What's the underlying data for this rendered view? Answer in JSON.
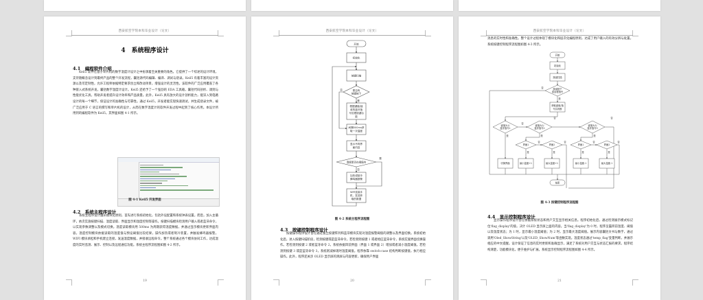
{
  "document": {
    "running_header": "西安航空学院本科毕业设计（论文）"
  },
  "pages": [
    {
      "page_number": "19",
      "chapter_title": "4　系统程序设计",
      "sections": [
        {
          "heading": "4.1　编程软件介绍",
          "paragraph": "Keil5 软件在基于单片机的数字温度计设计之中扮演着至关重要的角色。它提供了一个综述的设计环境，支持随概念设计到最终产品的整个开发流程，囊括源代码编辑、编译、调试与烧录。Keil5 有着丰富的设计资源以及可定制性，允许工程师依据特定要求创立和改动项目，增强设计的灵活性。该软件的广泛应用覆盖了各种嵌入式系统开发，囊括数字温度计设计。Keil5 还给予了一个强劲的 EDA 工具箱，囊括代码剖析、调到与性能优化工具，帮助开发者提升设计效率和产品质量。此外，Keil5 具有放大的设计剖析能力，能深入到电路设计的每一个细节，保证设计的准确性与可靠性。通过 Keil5，开发者能实现快速调试，并生成烧录文件，被广泛应用于 C 语言的撰写和单片机的设计，从而在数字温度计的软件开发过程中起到了核心作用。本设计所用到的编程软件为 Keil5，其界面如图 4-1 所示。",
          "figure_caption": "图 4-1 Keil5 开发界面"
        },
        {
          "heading": "4.2　系统主程序设计",
          "paragraph": "系统主程序设计遵从模块化原则，首先进行系统初始化，包括外设配置和系统钟表设置。而后，加入主循环，依次实施按键扫描、温度读取、界面显示和温度控制等操作。按键扫描模块检测用户输入或者蓝牙命令，以实现参数调整以及模式切换。温度读取模块用 500ms 为周期获得温度数据，并通过显示模块更新界面内容。温度控制模块依据读取的温度值与预设阈值比较结果，操作加热或者制冷装置，并触发蜂鸣器报警。WIFI 模块承担和手机建立连接，发送温度数据，并接收远程命令。整个系统通过各个模块协同工作，达成温度的实时监测、展示、控制以及远程通信功能。系统主程序流程图如图 4-2 所示。"
        }
      ]
    },
    {
      "page_number": "20",
      "flowchart": {
        "nodes": [
          "开始",
          "初始化",
          "按键扫描",
          "是否有按键按下",
          "根据键值/接收的蓝牙命令处理按键功能",
          "间隔500ms读取一次温度",
          "显示不同界面内容",
          "温度是否在阈值内",
          "加热或制冷蜂鸣器报警",
          "WiFi连接手机，发送获取的数据"
        ],
        "labels": {
          "yes": "是",
          "no": "否"
        },
        "caption": "图 4-2 系统主程序流程图"
      },
      "sections": [
        {
          "heading": "4.3　按键控制程序设计",
          "paragraph": "按键操作程序设计旨在通过独立按键阵列和蓝牙模块实现对温度报警阈值的调整以及界面切换。系统初始化后，进入按键扫描阶段，检测按键或是蓝牙命令。若检测到按键 1 或者相应蓝牙命令，系统实施界面切换操作。若检测到按键 2 或者蓝牙命令 2，系统依据目前界面（界面 1 或界面 2）增加或者减小温度阈值。若检测到按键 3 或是蓝牙命令 3，系统则减掉现时温度阈值。程序依靠 switch-case 结构判断按键值，执行相应操作。此外，程序还关涉 OLED 显示屏的清屏与内容更新，确保用户界面"
        }
      ]
    },
    {
      "page_number": "21",
      "lead_paragraph": "消息的实时性和准确性。整个设计过程体现了模块化和层次化编程原则，达成了用户输入的有效分辨与处置。系统按键控制程序流程图如图 4-3 所示。",
      "flowchart": {
        "nodes": [
          "开始",
          "初始化",
          "按键扫描",
          "按键按下或远程指令",
          "获取键值/指令并判断",
          "键值为1/蓝牙指令1",
          "键值为2/蓝牙指令2",
          "键值为3/蓝牙指令3",
          "界面1",
          "界面2",
          "界面1",
          "界面2",
          "切换界面",
          "最小温度+1",
          "最大温度+1",
          "最小温度-1",
          "最大温度-1",
          "结束"
        ],
        "labels": {
          "yes": "是",
          "no": "否"
        },
        "caption": "图 4-3 按键控制程序流程图"
      },
      "sections": [
        {
          "heading": "4.4　显示控制程序设计",
          "paragraph": "显示操作程序设计旨在依据系统状态和用户交互显示相关信息。程序初始化后，通过检测展示模式标记位'flag_display'的值，决计 OLED 显示屏上面的内容。当'flag_display'为 0 时，程序呈露目前温度、阈值以及温度状态；为 1 时，显示最小温度阈值；为 2 时，显示最大温度阈值。展示内容囊括文书与数字，通过调用'Oled_ShowString'以及'OLED_ShowNum'等函数实现。温度状态通过'temp_flag'变量判断，并展示相应的中文提醒。设计保证了信息的实时更新和准确显示，满足了系统对用户交互与状态汇报的要求。程序结构清楚，功能模块化，便于维护与扩展。系统显示控制程序流程图如图 4-4 所示。"
        }
      ]
    }
  ]
}
